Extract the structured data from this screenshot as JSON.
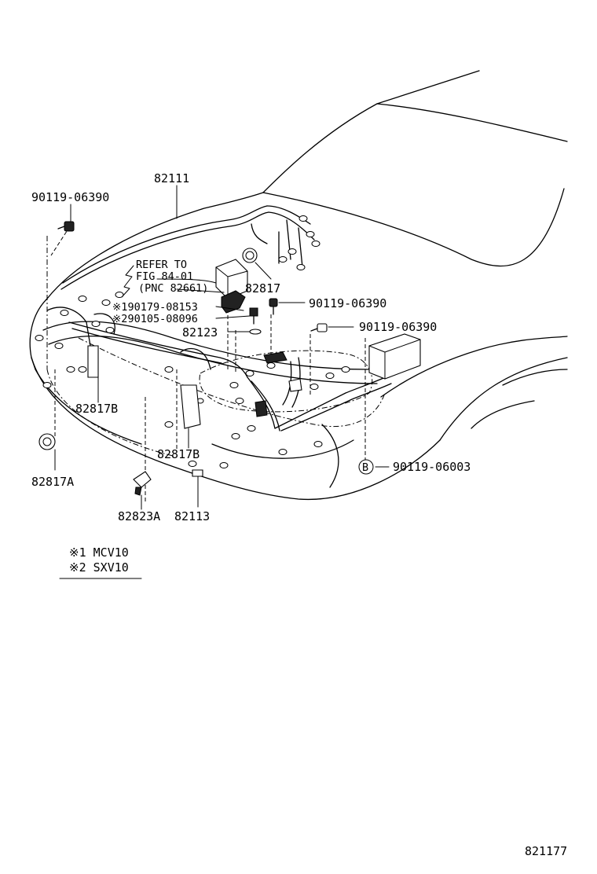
{
  "callouts": {
    "harness_main": "82111",
    "bolt_top_left": "90119-06390",
    "refer_line1": "REFER TO",
    "refer_line2": "FIG 84-01",
    "refer_line3": "(PNC 82661)",
    "relay_alt1": "※190179-08153",
    "relay_alt2": "※290105-08096",
    "clamp_82123": "82123",
    "connector_82817": "82817",
    "bolt_right_1": "90119-06390",
    "bolt_right_2": "90119-06390",
    "bracket_left": "82817B",
    "bracket_center": "82817B",
    "clamp_82817a": "82817A",
    "sensor_82823a": "82823A",
    "part_82113": "82113",
    "bolt_b": "90119-06003",
    "circle_b": "B"
  },
  "notes": {
    "note1": "※1 MCV10",
    "note2": "※2 SXV10"
  },
  "figure_number": "821177",
  "colors": {
    "line": "#000000",
    "background": "#ffffff"
  }
}
